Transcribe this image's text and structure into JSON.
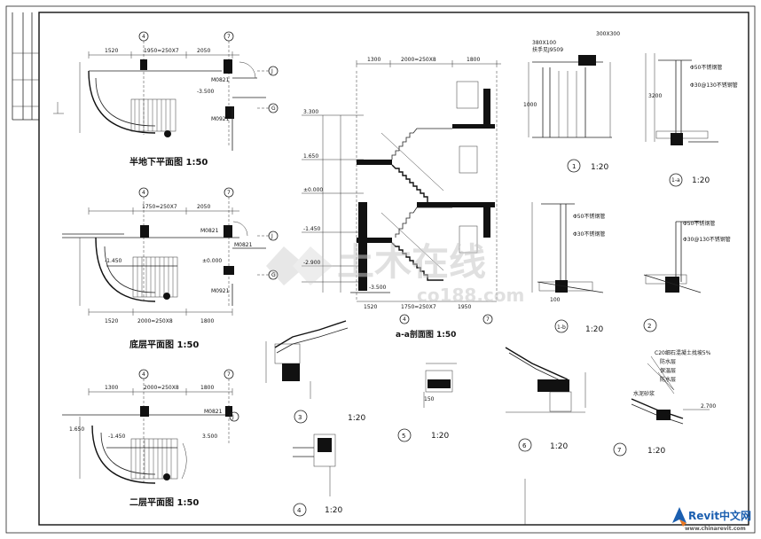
{
  "plans": {
    "half_basement_title": "半地下平面图  1:50",
    "ground_title": "底层平面图  1:50",
    "second_title": "二层平面图  1:50",
    "stair_spec_1": "1950=250X7",
    "stair_spec_2": "1750=250X7",
    "stair_spec_3": "2000=250X8",
    "stair_spec_4": "2000=250X8",
    "dim_1520": "1520",
    "dim_2050": "2050",
    "dim_1800": "1800",
    "dim_1300": "1300",
    "elev_m3500": "-3.500",
    "elev_m1450": "-1.450",
    "elev_0000": "±0.000",
    "elev_1650": "1.650",
    "elev_3500": "3.500",
    "door_m0821": "M0821",
    "door_m0921": "M0921",
    "grid_4": "4",
    "grid_7": "7",
    "grid_j": "J",
    "grid_g": "G"
  },
  "section": {
    "title": "a-a剖面图  1:50",
    "dim_top_1300": "1300",
    "dim_top_stair": "2000=250X8",
    "dim_top_1800": "1800",
    "dim_bot_1520": "1520",
    "dim_bot_stair": "1750=250X7",
    "dim_bot_1950": "1950",
    "lv_3300": "3.300",
    "lv_1650": "1.650",
    "lv_0000": "±0.000",
    "lv_m1450": "-1.450",
    "lv_m2900": "-2.900",
    "lv_m3500": "-3.500",
    "grid_4": "4",
    "grid_7": "7"
  },
  "details": {
    "d1_label": "1",
    "d1_scale": "1:20",
    "d1_note_a": "380X100",
    "d1_note_b": "扶手见J9509",
    "d1_note_c": "300X300",
    "d1a_label": "1-a",
    "d1a_scale": "1:20",
    "d1a_note_a": "Φ50不锈钢管",
    "d1a_note_b": "Φ30@130不锈钢管",
    "d1b_label": "1-b",
    "d1b_scale": "1:20",
    "d1b_note_a": "Φ50不锈钢管",
    "d1b_note_b": "Φ30不锈钢管",
    "d2_label": "2",
    "d2_note_a": "Φ50不锈钢管",
    "d2_note_b": "Φ30@130不锈钢管",
    "d3_label": "3",
    "d3_scale": "1:20",
    "d4_label": "4",
    "d4_scale": "1:20",
    "d5_label": "5",
    "d5_scale": "1:20",
    "d6_label": "6",
    "d6_scale": "1:20",
    "d7_label": "7",
    "d7_scale": "1:20",
    "d7_note_a": "C20细石混凝土找坡5%",
    "d7_note_b": "防水层",
    "d7_note_c": "保温层",
    "d7_note_d": "防水层",
    "d7_note_e": "水泥砂浆",
    "d7_elev": "2.700",
    "dim_100": "100",
    "dim_150": "150",
    "dim_1000": "1000",
    "dim_3200": "3200"
  },
  "watermark": {
    "main": "土木在线",
    "sub": "co188.com"
  },
  "brand": {
    "name": "Revit中文网",
    "url": "www.chinarevit.com",
    "color": "#1b5fb0"
  }
}
